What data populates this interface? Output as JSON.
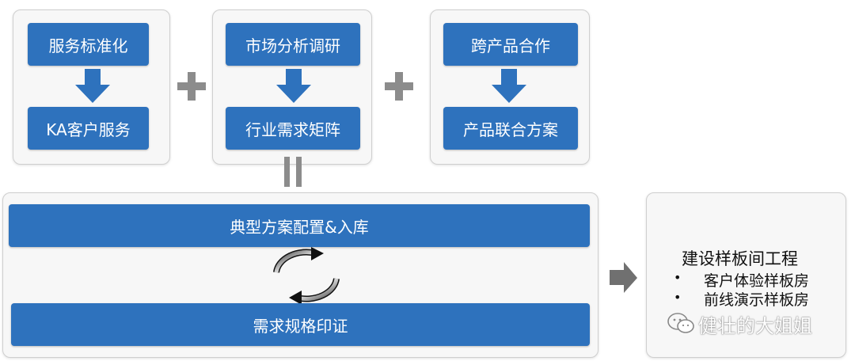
{
  "top_groups": [
    {
      "top": "服务标准化",
      "bottom": "KA客户服务"
    },
    {
      "top": "市场分析调研",
      "bottom": "行业需求矩阵"
    },
    {
      "top": "跨产品合作",
      "bottom": "产品联合方案"
    }
  ],
  "main_panel": {
    "top_bar": "典型方案配置&入库",
    "bottom_bar": "需求规格印证"
  },
  "right_panel": {
    "title": "建设样板间工程",
    "bullets": [
      "客户体验样板房",
      "前线演示样板房"
    ],
    "bullet_glyph": "•"
  },
  "watermark": "健壮的大姐姐",
  "colors": {
    "box_blue": "#2e72bd",
    "arrow_blue": "#2e72bd",
    "connector_gray": "#8c8c8c"
  }
}
